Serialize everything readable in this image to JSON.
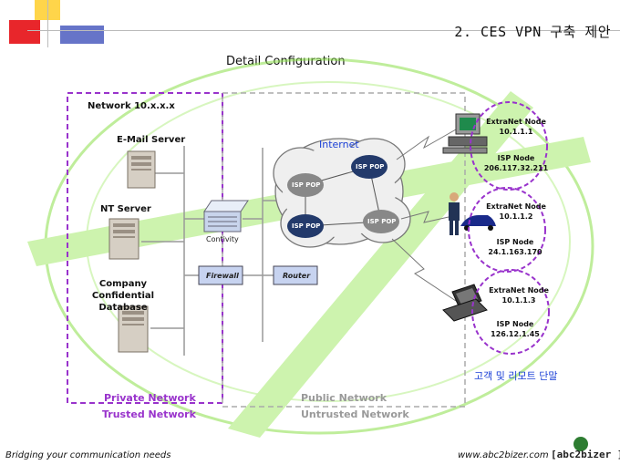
{
  "header": {
    "title": "2. CES VPN 구축 제안",
    "subtitle": "Detail  Configuration"
  },
  "private": {
    "network_label": "Network 10.x.x.x",
    "servers": [
      "E-Mail Server",
      "NT Server",
      "Company Confidential Database"
    ],
    "caption1": "Private Network",
    "caption2": "Trusted Network"
  },
  "devices": {
    "contivity": "Contivity",
    "firewall": "Firewall",
    "router": "Router"
  },
  "internet": {
    "label": "Internet",
    "pops": [
      "ISP POP",
      "ISP POP",
      "ISP POP",
      "ISP POP"
    ]
  },
  "public": {
    "caption1": "Public Network",
    "caption2": "Untrusted Network"
  },
  "remote_nodes": [
    {
      "extranet": "ExtraNet Node",
      "extranet_ip": "10.1.1.1",
      "isp": "ISP Node",
      "isp_ip": "206.117.32.211"
    },
    {
      "extranet": "ExtraNet Node",
      "extranet_ip": "10.1.1.2",
      "isp": "ISP Node",
      "isp_ip": "24.1.163.170"
    },
    {
      "extranet": "ExtraNet Node",
      "extranet_ip": "10.1.1.3",
      "isp": "ISP Node",
      "isp_ip": "126.12.1.45"
    }
  ],
  "remote_caption": "고객 및 리모트 단말",
  "footer": {
    "tagline": "Bridging your communication needs",
    "url": "www.abc2bizer.com",
    "logo": "[abc2bizer ]"
  },
  "colors": {
    "purple": "#9933cc",
    "green": "#7ddc3a",
    "blue_text": "#1a3fd6",
    "corner_red": "#e8262b",
    "corner_yellow": "#ffd54a",
    "corner_blue": "#6674c8"
  }
}
